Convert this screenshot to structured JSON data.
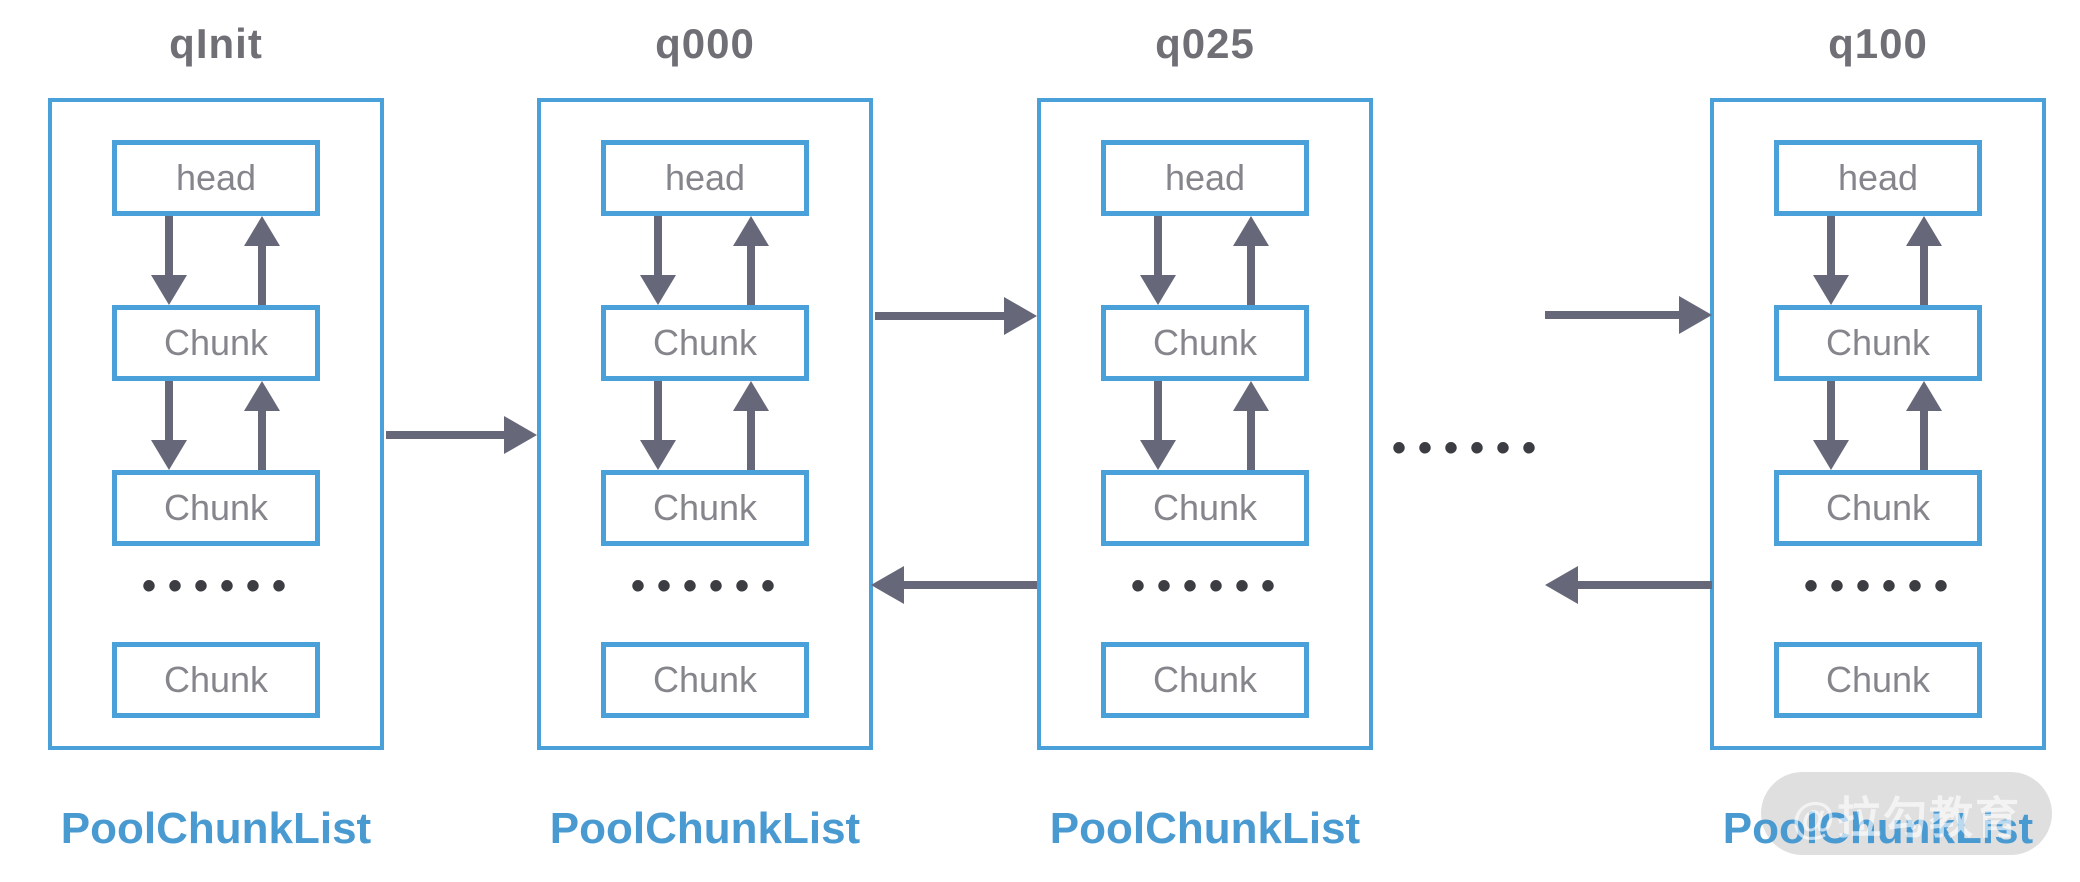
{
  "diagram": {
    "description_colors": {
      "background": "#ffffff",
      "box_border_blue": "#4aa1da",
      "footer_text_blue": "#4a9ad2",
      "arrow_slate_gray": "#66687a",
      "node_text_gray": "#85868c",
      "title_text_gray": "#6f6f75",
      "ellipsis_dot_gray": "#3c3d42",
      "watermark_pill_gray": "#d6d6d6"
    },
    "columns": [
      {
        "title": "qInit",
        "nodes": [
          "head",
          "Chunk",
          "Chunk"
        ],
        "ellipsis": "••••••",
        "tail_node": "Chunk",
        "footer": "PoolChunkList"
      },
      {
        "title": "q000",
        "nodes": [
          "head",
          "Chunk",
          "Chunk"
        ],
        "ellipsis": "••••••",
        "tail_node": "Chunk",
        "footer": "PoolChunkList"
      },
      {
        "title": "q025",
        "nodes": [
          "head",
          "Chunk",
          "Chunk"
        ],
        "ellipsis": "••••••",
        "tail_node": "Chunk",
        "footer": "PoolChunkList"
      },
      {
        "title": "q100",
        "nodes": [
          "head",
          "Chunk",
          "Chunk"
        ],
        "ellipsis": "••••••",
        "tail_node": "Chunk",
        "footer": "PoolChunkList"
      }
    ],
    "connectors": [
      {
        "from": "qInit",
        "to": "q000",
        "direction": "right",
        "icon": "right-arrow"
      },
      {
        "from": "q000",
        "to": "q025",
        "direction": "right",
        "icon": "right-arrow"
      },
      {
        "from": "q025",
        "to": "q000",
        "direction": "left",
        "icon": "left-arrow"
      },
      {
        "from": "q025-region",
        "to": "q100",
        "direction": "right",
        "icon": "right-arrow"
      },
      {
        "from": "q100",
        "to": "q025-region",
        "direction": "left",
        "icon": "left-arrow"
      }
    ],
    "gap_ellipsis": "••••••",
    "node_link_icons": [
      "down-arrow",
      "up-arrow"
    ],
    "watermark": {
      "text": "@拉勾教育"
    }
  }
}
